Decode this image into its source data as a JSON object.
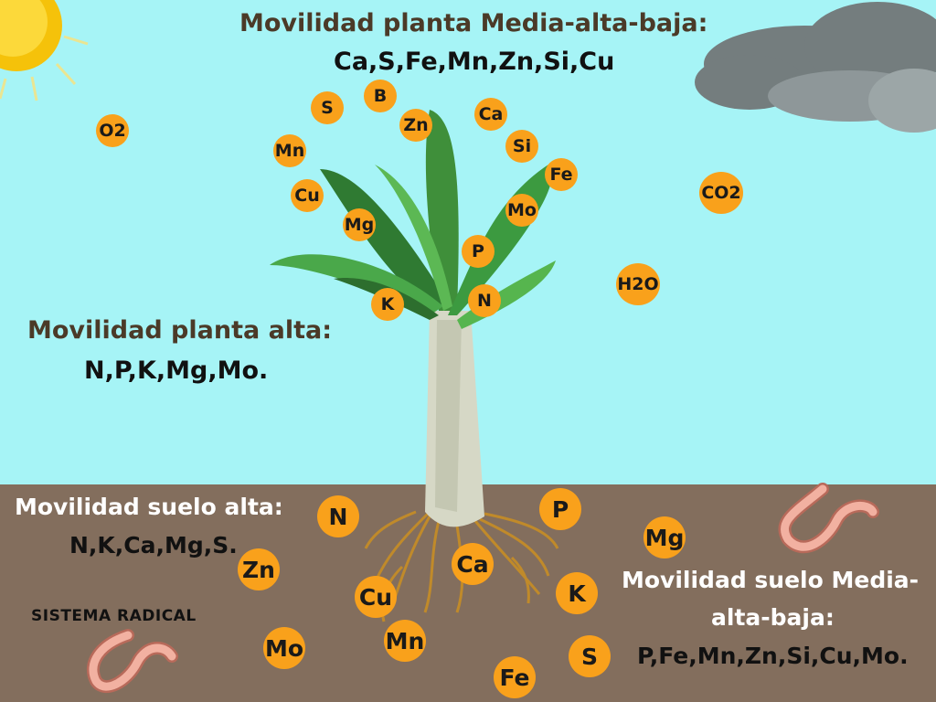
{
  "titles": {
    "plant_medium_heading": "Movilidad planta Media-alta-baja:",
    "plant_medium_list": "Ca,S,Fe,Mn,Zn,Si,Cu",
    "plant_high_heading": "Movilidad planta alta:",
    "plant_high_list": "N,P,K,Mg,Mo.",
    "soil_high_heading": "Movilidad suelo alta:",
    "soil_high_list": "N,K,Ca,Mg,S.",
    "soil_medium_heading_line1": "Movilidad suelo Media-",
    "soil_medium_heading_line2": "alta-baja:",
    "soil_medium_list": "P,Fe,Mn,Zn,Si,Cu,Mo.",
    "root_system_label": "SISTEMA RADICAL"
  },
  "air_nutrients": {
    "o2": "O2",
    "s": "S",
    "b": "B",
    "zn": "Zn",
    "ca": "Ca",
    "mn": "Mn",
    "si": "Si",
    "fe": "Fe",
    "cu": "Cu",
    "mo": "Mo",
    "mg": "Mg",
    "co2": "CO2",
    "p": "P",
    "h2o": "H2O",
    "k": "K",
    "n": "N"
  },
  "soil_nutrients": {
    "n": "N",
    "p": "P",
    "mg": "Mg",
    "zn": "Zn",
    "ca": "Ca",
    "k": "K",
    "cu": "Cu",
    "mn": "Mn",
    "mo": "Mo",
    "s": "S",
    "fe": "Fe"
  },
  "colors": {
    "sky": "#a6f4f6",
    "soil": "#836e5d",
    "bubble": "#f9a11b",
    "heading_dark": "#4b3a28",
    "heading_light": "#ffffff",
    "sun": "#f5c20a"
  },
  "icons": [
    "sun-icon",
    "cloud-icon",
    "banana-plant-icon",
    "roots-icon",
    "earthworm-icon"
  ]
}
